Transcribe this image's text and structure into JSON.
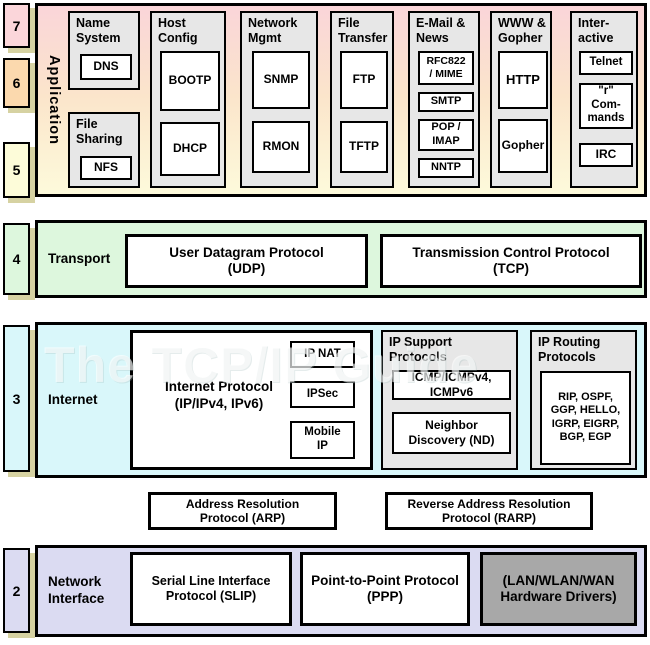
{
  "watermark": "The TCP/IP Guide",
  "palette": {
    "layer7_pink": "#fbd6da",
    "layer6_peach": "#fbd9ae",
    "layer5_yellow": "#fdfcd9",
    "transport_green": "#ddf7dd",
    "internet_cyan": "#d9f7fa",
    "network_lavender": "#dbdbf2",
    "group_gray": "#e7e7e7",
    "hardware_gray": "#a8a8a8",
    "shadow_tan": "#d6d2a2"
  },
  "badges": [
    {
      "num": "7"
    },
    {
      "num": "6"
    },
    {
      "num": "5"
    },
    {
      "num": "4"
    },
    {
      "num": "3"
    },
    {
      "num": "2"
    }
  ],
  "application": {
    "label": "Application",
    "groups": [
      {
        "label": "Name\nSystem",
        "items": [
          "DNS"
        ]
      },
      {
        "label": "File\nSharing",
        "items": [
          "NFS"
        ]
      },
      {
        "label": "Host\nConfig",
        "items": [
          "BOOTP",
          "DHCP"
        ]
      },
      {
        "label": "Network\nMgmt",
        "items": [
          "SNMP",
          "RMON"
        ]
      },
      {
        "label": "File\nTransfer",
        "items": [
          "FTP",
          "TFTP"
        ]
      },
      {
        "label": "E-Mail &\nNews",
        "items": [
          "RFC822\n/ MIME",
          "SMTP",
          "POP /\nIMAP",
          "NNTP"
        ]
      },
      {
        "label": "WWW &\nGopher",
        "items": [
          "HTTP",
          "Gopher"
        ]
      },
      {
        "label": "Inter-\nactive",
        "items": [
          "Telnet",
          "\"r\"\nCom-\nmands",
          "IRC"
        ]
      }
    ]
  },
  "transport": {
    "label": "Transport",
    "udp": "User Datagram Protocol\n(UDP)",
    "tcp": "Transmission Control Protocol\n(TCP)"
  },
  "internet": {
    "label": "Internet",
    "ip": "Internet Protocol\n(IP/IPv4, IPv6)",
    "ip_sub": [
      "IP NAT",
      "IPSec",
      "Mobile\nIP"
    ],
    "support": {
      "label": "IP Support\nProtocols",
      "items": [
        "ICMP/ICMPv4,\nICMPv6",
        "Neighbor\nDiscovery (ND)"
      ]
    },
    "routing": {
      "label": "IP Routing\nProtocols",
      "items": [
        "RIP, OSPF,\nGGP, HELLO,\nIGRP, EIGRP,\nBGP, EGP"
      ]
    }
  },
  "arp": "Address Resolution\nProtocol (ARP)",
  "rarp": "Reverse Address Resolution\nProtocol (RARP)",
  "network_interface": {
    "label": "Network\nInterface",
    "slip": "Serial Line Interface\nProtocol (SLIP)",
    "ppp": "Point-to-Point Protocol\n(PPP)",
    "hw": "(LAN/WLAN/WAN\nHardware Drivers)"
  }
}
